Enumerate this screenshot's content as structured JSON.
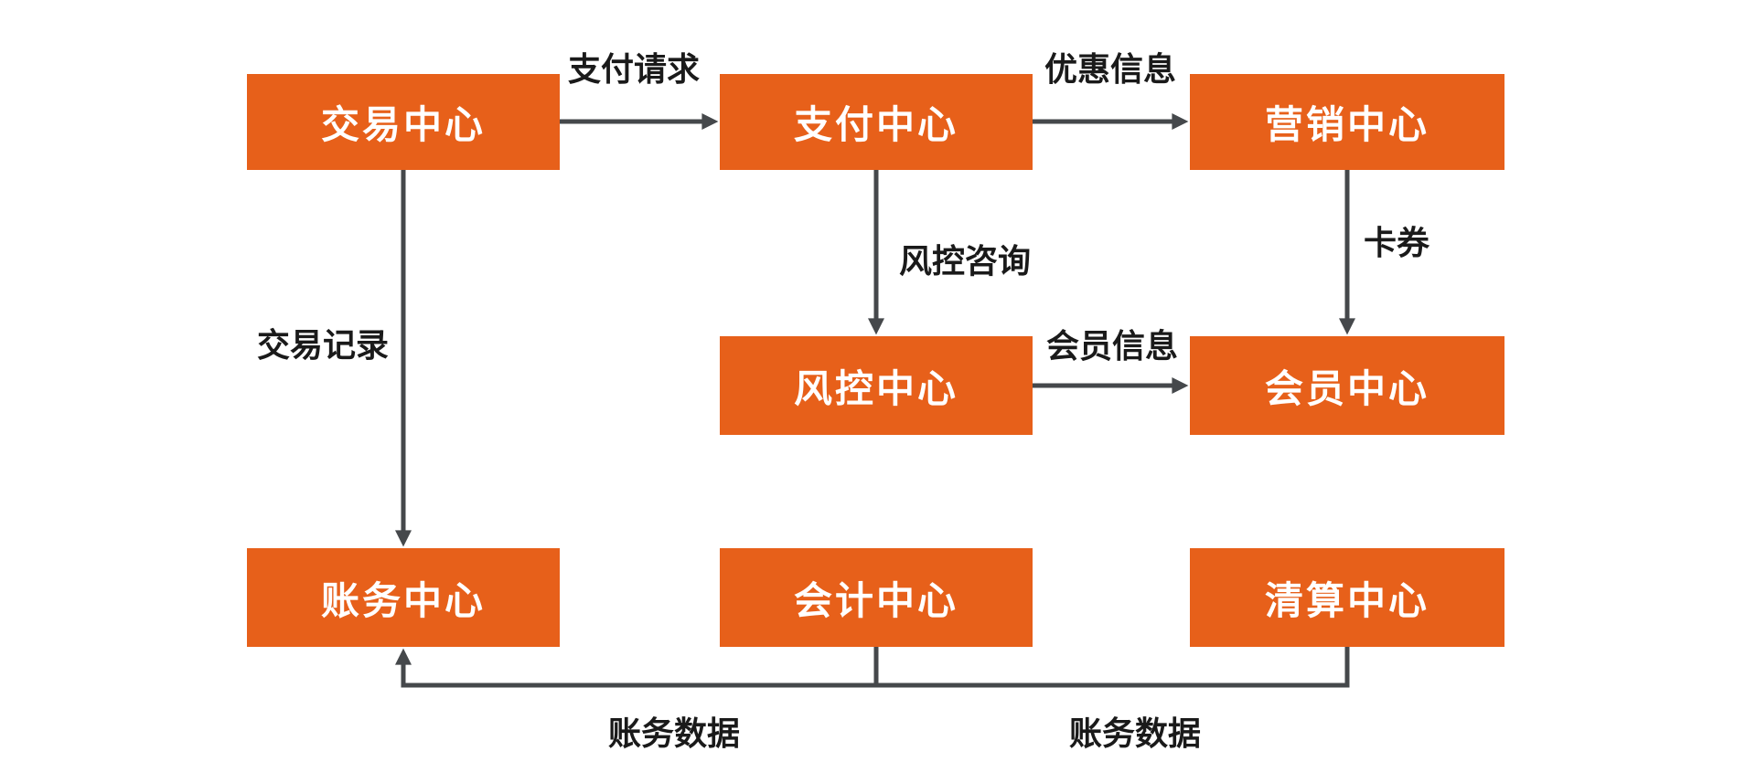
{
  "diagram": {
    "type": "flowchart",
    "background": "#FFFFFF",
    "colors": {
      "node_fill": "#E7601A",
      "node_text": "#FFFFFF",
      "edge": "#45484B",
      "label_text": "#1A1A1A"
    },
    "nodes": {
      "trade": {
        "label": "交易中心"
      },
      "payment": {
        "label": "支付中心"
      },
      "marketing": {
        "label": "营销中心"
      },
      "risk": {
        "label": "风控中心"
      },
      "member": {
        "label": "会员中心"
      },
      "account": {
        "label": "账务中心"
      },
      "accounting": {
        "label": "会计中心"
      },
      "clearing": {
        "label": "清算中心"
      }
    },
    "edges": [
      {
        "from": "trade",
        "to": "payment",
        "label": "支付请求",
        "direction": "right"
      },
      {
        "from": "payment",
        "to": "marketing",
        "label": "优惠信息",
        "direction": "right"
      },
      {
        "from": "payment",
        "to": "risk",
        "label": "风控咨询",
        "direction": "down"
      },
      {
        "from": "marketing",
        "to": "member",
        "label": "卡券",
        "direction": "down"
      },
      {
        "from": "risk",
        "to": "member",
        "label": "会员信息",
        "direction": "right"
      },
      {
        "from": "trade",
        "to": "account",
        "label": "交易记录",
        "direction": "down"
      },
      {
        "from": "accounting",
        "to": "account",
        "label": "账务数据",
        "direction": "down-left-up"
      },
      {
        "from": "clearing",
        "to": "account",
        "label": "账务数据",
        "direction": "down-left-up"
      }
    ]
  }
}
